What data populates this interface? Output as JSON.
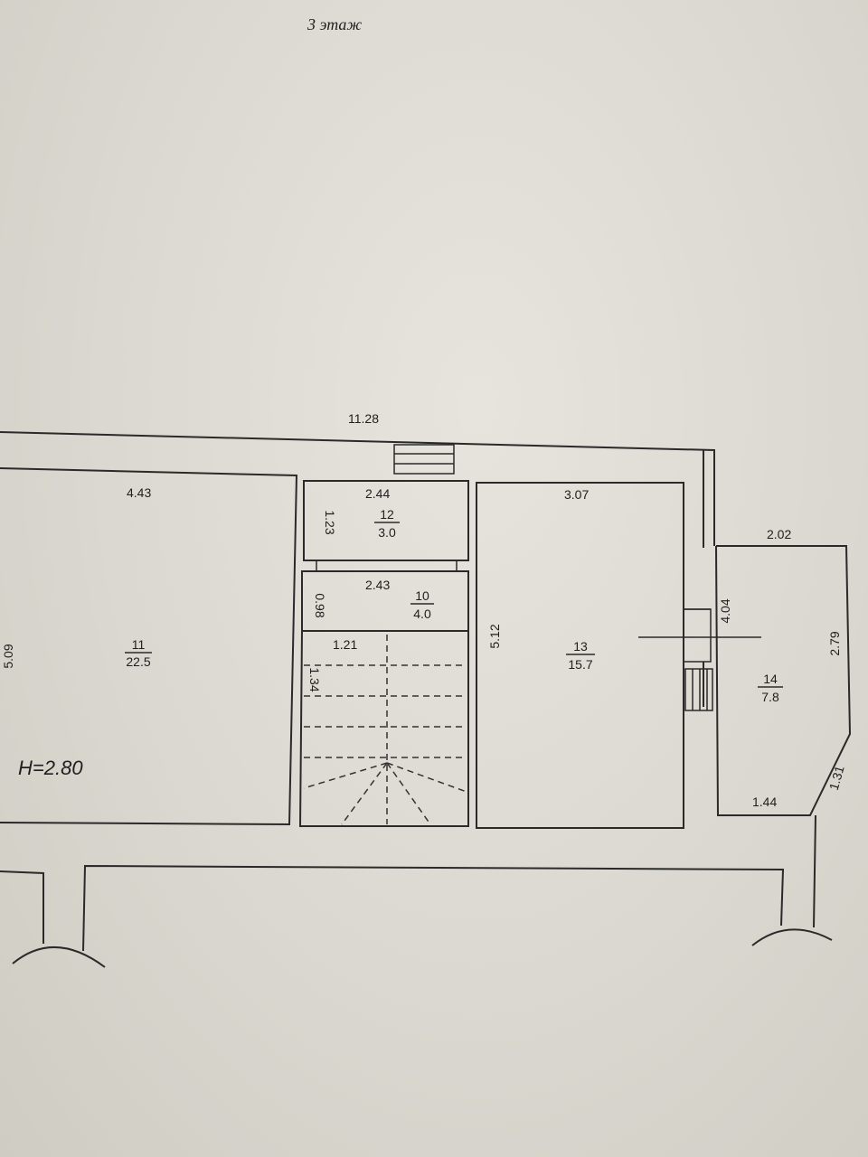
{
  "title": "3 этаж",
  "overall_width": "11.28",
  "ceiling_height": "H=2.80",
  "rooms": [
    {
      "number": "11",
      "area": "22.5",
      "width": "4.43",
      "depth": "5.09"
    },
    {
      "number": "12",
      "area": "3.0",
      "width": "2.44",
      "depth": "1.23"
    },
    {
      "number": "10",
      "area": "4.0",
      "width": "2.43",
      "depth": "0.98"
    },
    {
      "number": "13",
      "area": "15.7",
      "width": "3.07",
      "depth": "5.12"
    },
    {
      "number": "14",
      "area": "7.8",
      "width": "2.02",
      "depth": "4.04",
      "side": "2.79",
      "bottom": "1.44",
      "chamfer": "1.31"
    }
  ],
  "stair": {
    "width": "1.21",
    "depth": "1.34"
  }
}
